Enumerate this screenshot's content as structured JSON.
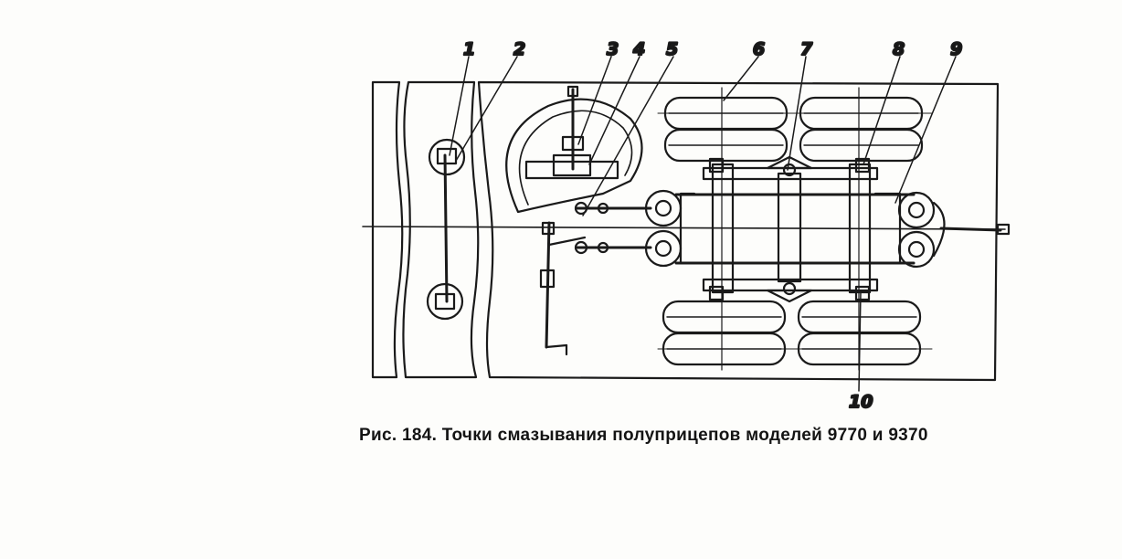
{
  "figure": {
    "callouts": [
      "1",
      "2",
      "3",
      "4",
      "5",
      "6",
      "7",
      "8",
      "9",
      "10"
    ],
    "caption": "Рис. 184. Точки смазывания полуприцепов моделей 9770 и 9370"
  }
}
